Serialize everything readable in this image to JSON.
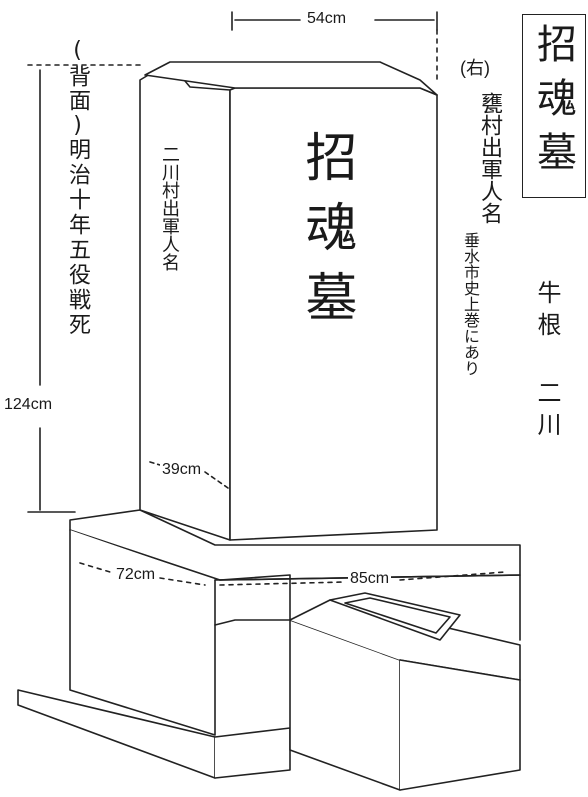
{
  "title_box": {
    "text": "招魂墓"
  },
  "face": {
    "front_inscription": "招魂墓",
    "left_side_inscription": "二川村出軍人名",
    "back_side": {
      "label": "(背面)",
      "inscription": "明治十年五役戦死"
    },
    "right_side": {
      "label": "(右)",
      "inscription": "甕村出軍人名",
      "note": "垂水市史上巻にあり"
    }
  },
  "location": "牛根 二川",
  "dimensions": {
    "top_width": "54cm",
    "height": "124cm",
    "side_depth": "39cm",
    "base_side": "72cm",
    "base_front": "85cm"
  },
  "colors": {
    "ink": "#1a1a1a",
    "paper": "#ffffff",
    "shade": "#f4f4f4"
  }
}
